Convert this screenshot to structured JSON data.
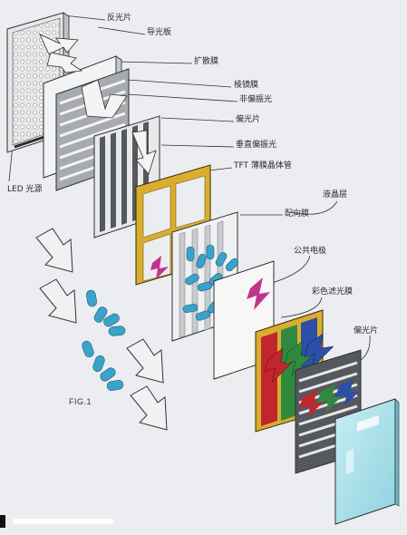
{
  "figure": {
    "caption": "FIG.1",
    "colors": {
      "background": "#ecedf0",
      "frame_outline": "#2f2f2f",
      "panel_light": "#f2f3f4",
      "panel_gray": "#9a9da2",
      "slat_dark": "#55585d",
      "tft_gold": "#d9ad2f",
      "liquid_crystal_blue": "#3aa3c8",
      "magenta_arrow": "#c2358f",
      "filter_red": "#c0262b",
      "filter_green": "#2f8a3f",
      "filter_blue": "#2c4fa8",
      "glass_cyan": "#aee3ec"
    },
    "labels": {
      "reflector": "反光片",
      "light_guide": "导光板",
      "diffuser": "扩散膜",
      "prism": "棱镜膜",
      "unpolarized": "非偏振光",
      "polarizer_top": "偏光片",
      "vertical_polarized": "垂直偏振光",
      "tft": "TFT 薄膜晶体管",
      "liquid_crystal": "液晶层",
      "alignment": "配向膜",
      "common_electrode": "公共电极",
      "color_filter": "彩色滤光膜",
      "polarizer_bottom": "偏光片",
      "led": "LED 光源"
    }
  }
}
